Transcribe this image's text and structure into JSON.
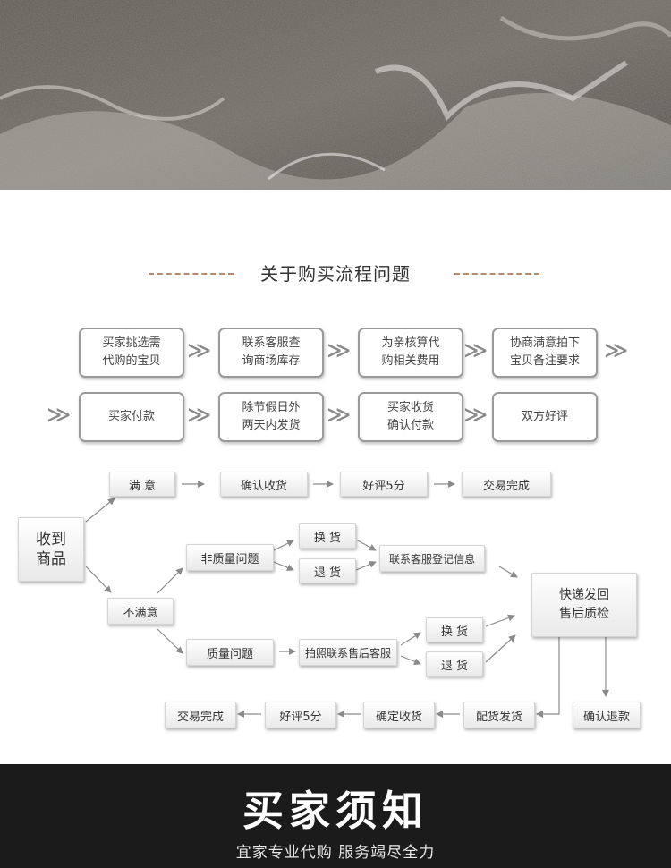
{
  "heading": "关于购买流程问题",
  "purchase_steps": [
    {
      "id": "p1",
      "text": "买家挑选需\n代购的宝贝"
    },
    {
      "id": "p2",
      "text": "联系客服查\n询商场库存"
    },
    {
      "id": "p3",
      "text": "为亲核算代\n购相关费用"
    },
    {
      "id": "p4",
      "text": "协商满意拍下\n宝贝备注要求"
    },
    {
      "id": "p5",
      "text": "买家付款"
    },
    {
      "id": "p6",
      "text": "除节假日外\n两天内发货"
    },
    {
      "id": "p7",
      "text": "买家收货\n确认付款"
    },
    {
      "id": "p8",
      "text": "双方好评"
    }
  ],
  "chevron_glyph": "≫",
  "flow_nodes": [
    {
      "id": "receive",
      "text": "收到\n商品"
    },
    {
      "id": "satisfied",
      "text": "满 意"
    },
    {
      "id": "confirm_receipt",
      "text": "确认收货"
    },
    {
      "id": "good_review_top",
      "text": "好评5分"
    },
    {
      "id": "deal_done_top",
      "text": "交易完成"
    },
    {
      "id": "unsatisfied",
      "text": "不满意"
    },
    {
      "id": "non_quality",
      "text": "非质量问题"
    },
    {
      "id": "exchange_1",
      "text": "换 货"
    },
    {
      "id": "return_1",
      "text": "退 货"
    },
    {
      "id": "contact_register",
      "text": "联系客服登记信息"
    },
    {
      "id": "express_back",
      "text": "快递发回\n售后质检"
    },
    {
      "id": "quality",
      "text": "质量问题"
    },
    {
      "id": "photo_contact",
      "text": "拍照联系售后客服"
    },
    {
      "id": "exchange_2",
      "text": "换 货"
    },
    {
      "id": "return_2",
      "text": "退 货"
    },
    {
      "id": "confirm_refund",
      "text": "确认退款"
    },
    {
      "id": "ship_replacement",
      "text": "配货发货"
    },
    {
      "id": "confirm_receipt_2",
      "text": "确定收货"
    },
    {
      "id": "good_review_bottom",
      "text": "好评5分"
    },
    {
      "id": "deal_done_bottom",
      "text": "交易完成"
    }
  ],
  "footer": {
    "title": "买家须知",
    "subtitle": "宜家专业代购 服务竭尽全力"
  },
  "colors": {
    "arrow": "#8a8a8a",
    "dash_accent": "#b78a6e",
    "footer_bg": "#1b1b1b"
  }
}
